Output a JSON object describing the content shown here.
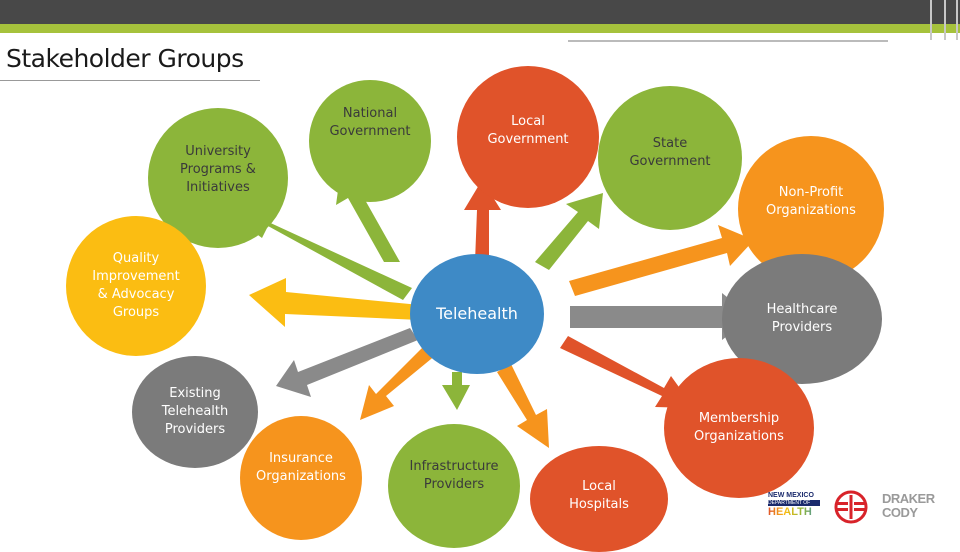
{
  "slide": {
    "title": "Stakeholder Groups"
  },
  "center": {
    "label": "Telehealth",
    "color": "#3e8ac6"
  },
  "nodes": {
    "national_government": {
      "label": "National\nGovernment",
      "color": "#8cb53a"
    },
    "local_government": {
      "label": "Local\nGovernment",
      "color": "#e0532a"
    },
    "state_government": {
      "label": "State\nGovernment",
      "color": "#8cb53a"
    },
    "university_programs": {
      "label": "University\nPrograms &\nInitiatives",
      "color": "#8cb53a"
    },
    "non_profit": {
      "label": "Non-Profit\nOrganizations",
      "color": "#f6941d"
    },
    "quality_improvement": {
      "label": "Quality\nImprovement\n& Advocacy\nGroups",
      "color": "#fbbd12"
    },
    "healthcare_providers": {
      "label": "Healthcare\nProviders",
      "color": "#7b7b7b"
    },
    "existing_telehealth": {
      "label": "Existing\nTelehealth\nProviders",
      "color": "#7b7b7b"
    },
    "membership_orgs": {
      "label": "Membership\nOrganizations",
      "color": "#e0532a"
    },
    "insurance_orgs": {
      "label": "Insurance\nOrganizations",
      "color": "#f6941d"
    },
    "infrastructure_providers": {
      "label": "Infrastructure\nProviders",
      "color": "#8cb53a"
    },
    "local_hospitals": {
      "label": "Local\nHospitals",
      "color": "#e0532a"
    }
  },
  "logos": {
    "nm_health": {
      "line1": "NEW MEXICO",
      "line2": "DEPARTMENT OF",
      "line3": "HEALTH"
    },
    "draker": {
      "line1": "DRAKER",
      "line2": "CODY"
    }
  }
}
